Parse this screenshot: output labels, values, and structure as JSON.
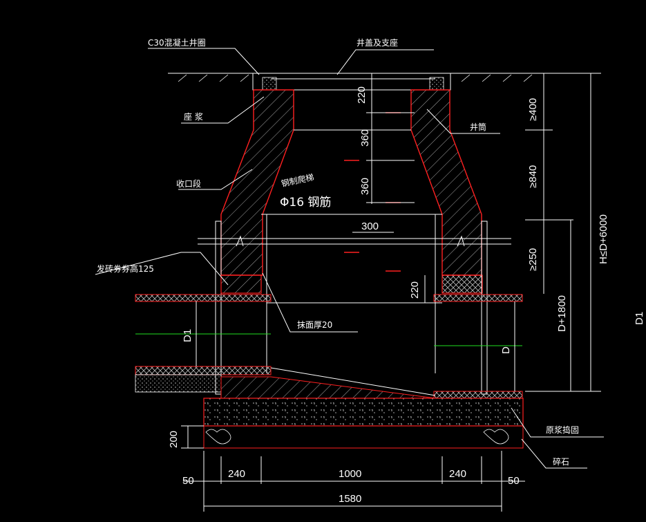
{
  "colors": {
    "background": "#000000",
    "wall_outline": "#ff2020",
    "line": "#ffffff",
    "hatch": "#bfbfbf",
    "flow_line": "#20e020"
  },
  "labels": {
    "c30_ring": "C30混凝土井圈",
    "cover": "井盖及支座",
    "mortar_bed": "座 浆",
    "shaft": "井筒",
    "taper": "收口段",
    "ladder": "钢制爬梯",
    "rebar": "Φ16 钢筋",
    "brick_arch": "发砖券券高125",
    "plaster": "抹面厚20",
    "base_concrete": "原浆捣固",
    "gravel": "碎石"
  },
  "dimensions": {
    "v_220_top": "220",
    "v_360_a": "360",
    "v_360_b": "360",
    "h_300": "300",
    "v_220_bot": "220",
    "ge_400": "≥400",
    "ge_840": "≥840",
    "ge_250": "≥250",
    "h_le": "H≤D+6000",
    "d_plus": "D+1800",
    "d1_right": "D1",
    "d1_left": "D1",
    "d_right": "D",
    "v_200": "200",
    "b_50_l": "50",
    "b_240_l": "240",
    "b_1000": "1000",
    "b_240_r": "240",
    "b_50_r": "50",
    "b_1580": "1580"
  }
}
